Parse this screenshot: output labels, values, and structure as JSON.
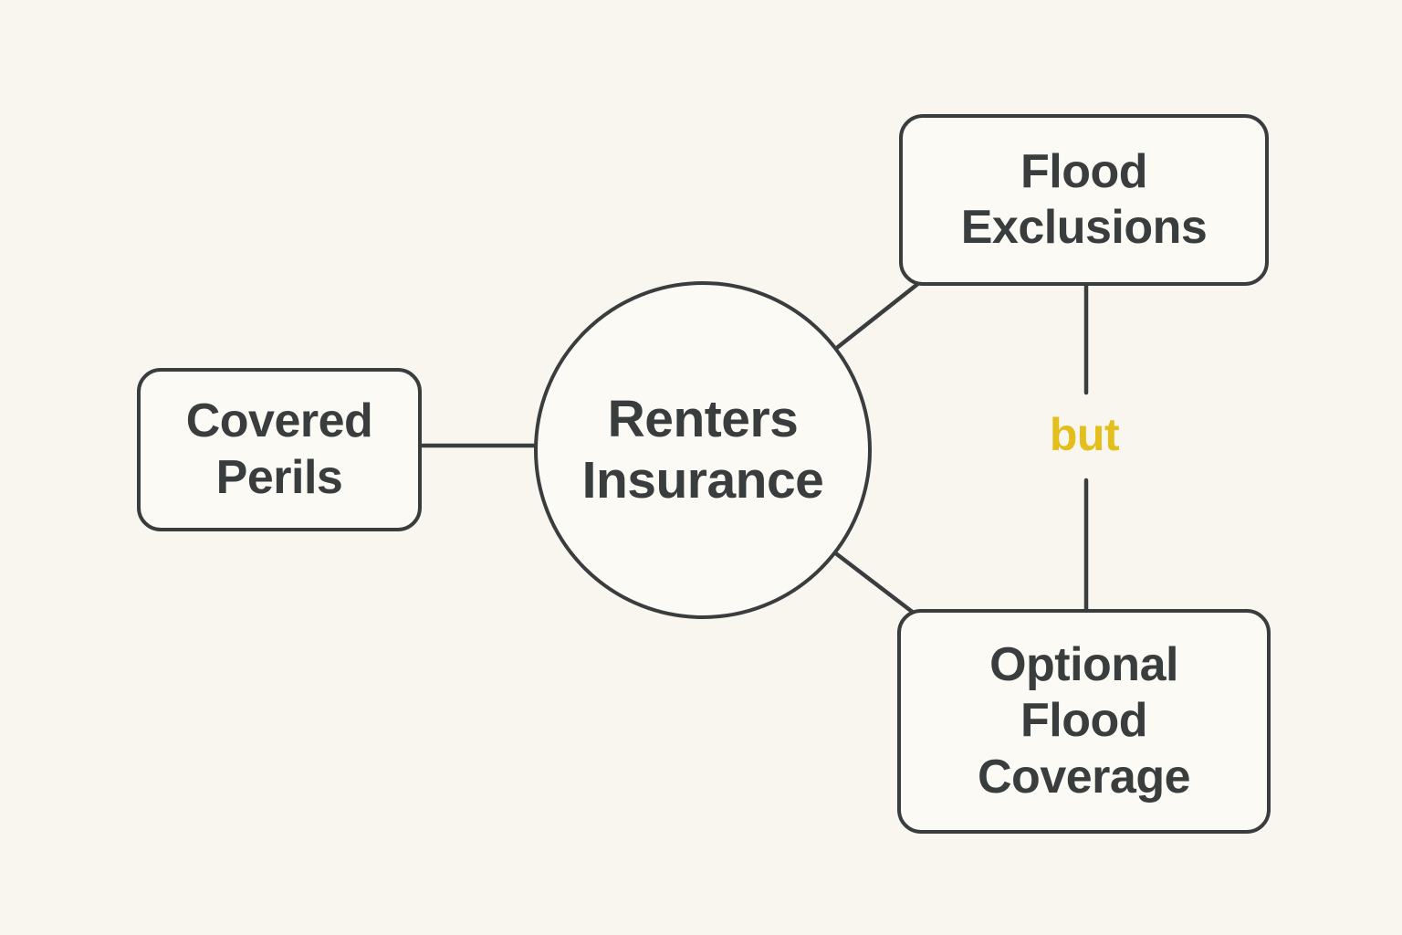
{
  "diagram": {
    "center_node": {
      "id": "renters-insurance",
      "label": "Renters\nInsurance",
      "shape": "circle"
    },
    "nodes": [
      {
        "id": "covered-perils",
        "label": "Covered\nPerils",
        "shape": "rounded-rect",
        "position": "left"
      },
      {
        "id": "flood-exclusions",
        "label": "Flood\nExclusions",
        "shape": "rounded-rect",
        "position": "top-right"
      },
      {
        "id": "optional-flood-coverage",
        "label": "Optional\nFlood\nCoverage",
        "shape": "rounded-rect",
        "position": "bottom-right"
      }
    ],
    "edges": [
      {
        "from": "renters-insurance",
        "to": "covered-perils",
        "label": ""
      },
      {
        "from": "renters-insurance",
        "to": "flood-exclusions",
        "label": ""
      },
      {
        "from": "renters-insurance",
        "to": "optional-flood-coverage",
        "label": ""
      },
      {
        "from": "flood-exclusions",
        "to": "optional-flood-coverage",
        "label": "but"
      }
    ],
    "edge_label": "but",
    "colors": {
      "background": "#F8F6EE",
      "node_fill": "#FBFAF4",
      "stroke": "#3A3D3E",
      "text": "#3A3D3E",
      "edge_label_accent": "#E4BF1C"
    }
  }
}
